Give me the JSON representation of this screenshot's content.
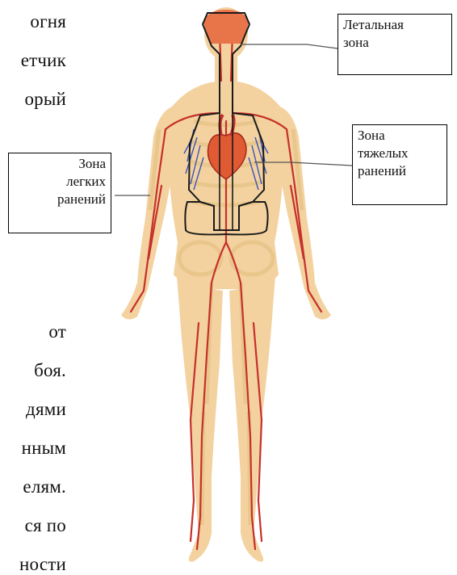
{
  "text_fragments": [
    "огня",
    "етчик",
    "орый",
    "от",
    "боя.",
    "дями",
    "нным",
    "елям.",
    "ся по",
    "ности"
  ],
  "labels": {
    "lethal": [
      "Летальная",
      "зона"
    ],
    "severe": [
      "Зона",
      "тяжелых",
      "ранений"
    ],
    "light": [
      "Зона",
      "легких",
      "ранений"
    ]
  },
  "colors": {
    "skin": "#f3d2a0",
    "bone": "#e9c589",
    "vessel": "#c6302a",
    "vein": "#3a55b8",
    "organ": "#e05a33",
    "outline": "#1a1a1a"
  }
}
